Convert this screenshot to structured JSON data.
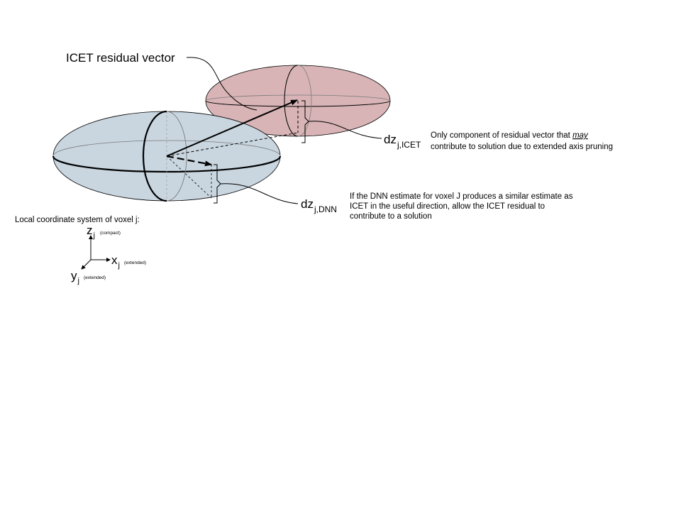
{
  "labels": {
    "icet_residual_vector": "ICET residual vector",
    "dz_icet_main": "dz",
    "dz_icet_sub": "j,ICET",
    "dz_dnn_main": "dz",
    "dz_dnn_sub": "j,DNN"
  },
  "notes": {
    "icet_line1_before": "Only component of residual vector that ",
    "icet_line1_emph": "may",
    "icet_line2": "contribute to solution due to extended axis pruning",
    "dnn_line1": "If the DNN estimate for voxel J produces a similar estimate as",
    "dnn_line2": "ICET in the useful direction, allow the ICET residual to",
    "dnn_line3": "contribute to a solution"
  },
  "coordinate_system": {
    "title": "Local coordinate system of voxel j:",
    "z_main": "z",
    "z_sub": "j",
    "z_desc": "(compact)",
    "x_main": "x",
    "x_sub": "j",
    "x_desc": "(extended)",
    "y_main": "y",
    "y_sub": "j",
    "y_desc": "(extended)"
  },
  "colors": {
    "blue_ellipsoid_fill": "#c9d6e0",
    "red_ellipsoid_fill": "#d8b4b6",
    "outline": "#000000",
    "inner_lines": "#7a7a7a"
  }
}
